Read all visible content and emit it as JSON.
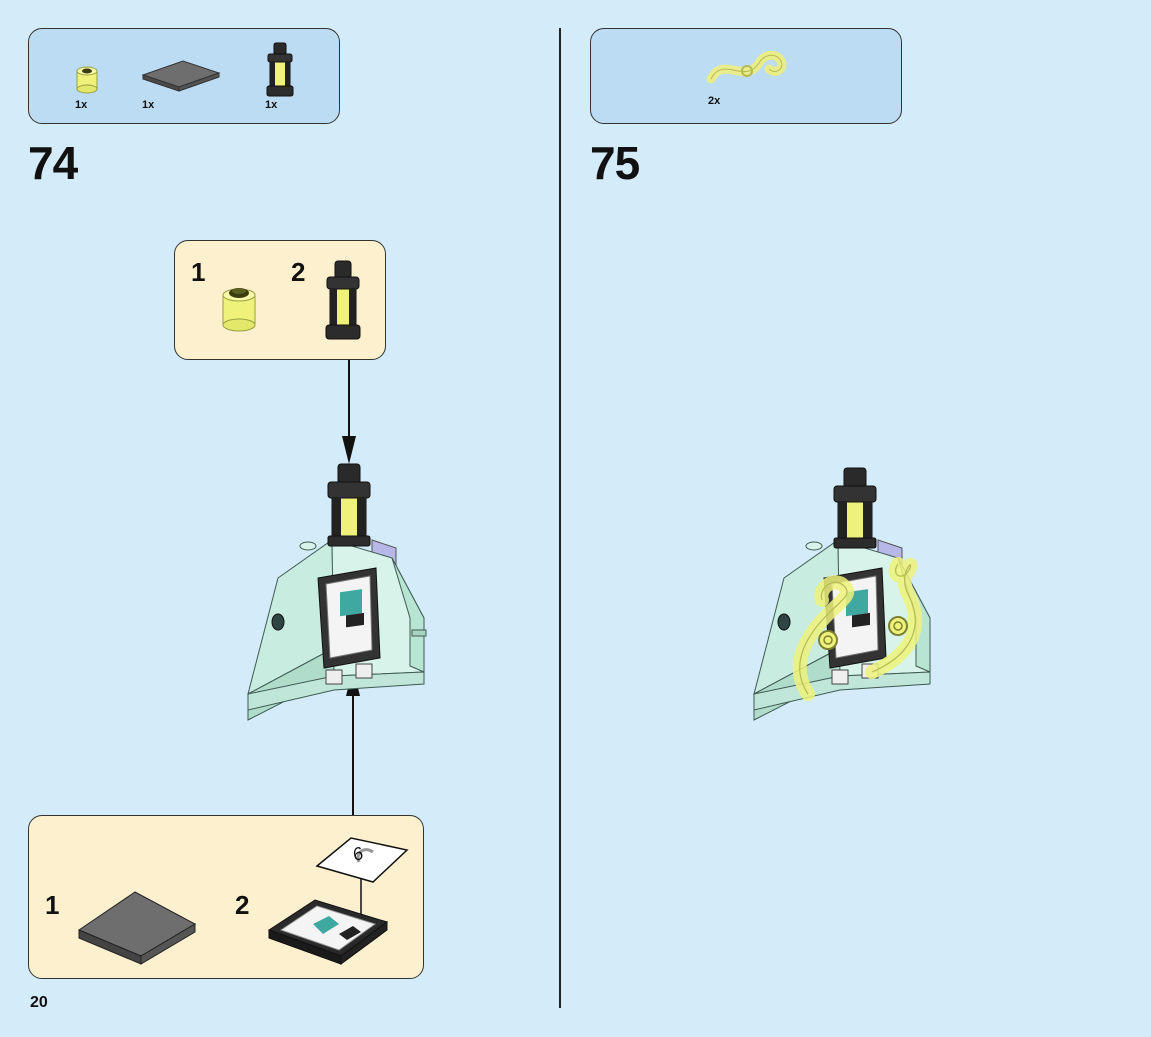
{
  "page": {
    "number": "20"
  },
  "colors": {
    "background": "#d4ebf9",
    "parts_box": "#bcdcf3",
    "callout": "#fdf0cf",
    "trans_yellow": "#eef27a",
    "sand_green": "#c8ece0",
    "dark_gray": "#6e6e6e",
    "black": "#222222"
  },
  "steps": [
    {
      "number": "74",
      "parts": [
        {
          "icon": "trans-yellow-round-brick-icon",
          "qty": "1x"
        },
        {
          "icon": "dark-gray-tile-2x4-icon",
          "qty": "1x"
        },
        {
          "icon": "black-lantern-icon",
          "qty": "1x"
        }
      ],
      "top_callout": {
        "sub_steps": [
          "1",
          "2"
        ]
      },
      "bottom_callout": {
        "sub_steps": [
          "1",
          "2"
        ],
        "sticker_number": "6"
      }
    },
    {
      "number": "75",
      "parts": [
        {
          "icon": "trans-yellow-swirl-icon",
          "qty": "2x"
        }
      ]
    }
  ]
}
